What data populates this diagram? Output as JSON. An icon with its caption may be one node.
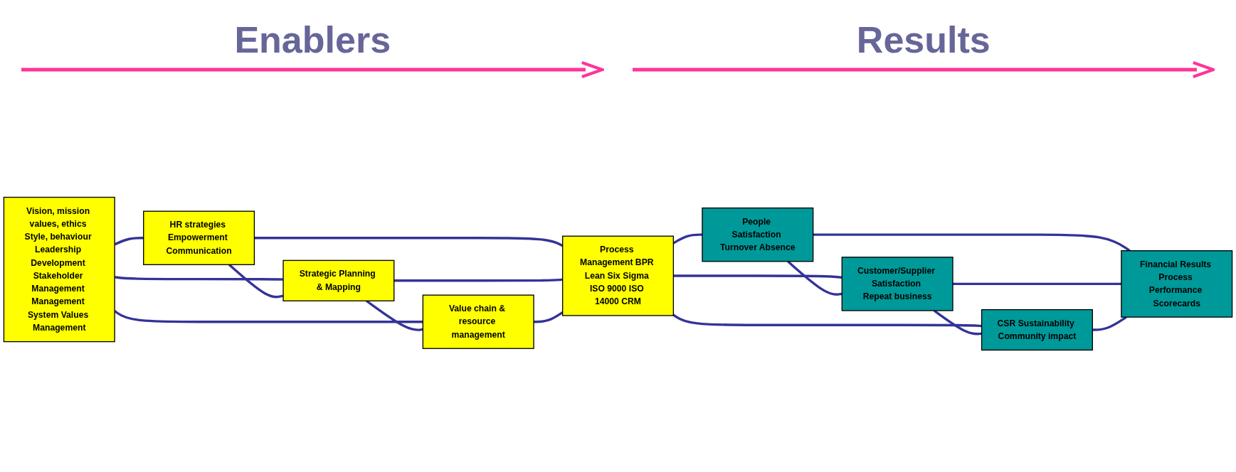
{
  "diagram": {
    "nodes": [
      {
        "text": [
          "Vision, mission values, ethics Style, behaviour Leadership Development Stakeholder Management Management System Values Management"
        ]
      },
      {
        "text": [
          "HR strategies Empowerment Communication"
        ]
      },
      {
        "text": [
          "Strategic Planning & Mapping"
        ]
      },
      {
        "text": [
          "Value chain & resource management"
        ]
      },
      {
        "text": [
          "Process Management BPR Lean Six Sigma ISO 9000 ISO 14000 CRM"
        ]
      },
      {
        "text": [
          "People Satisfaction Turnover Absence"
        ]
      },
      {
        "text": [
          "Customer/Supplier Satisfaction Repeat business"
        ]
      },
      {
        "text": [
          "CSR Sustainability Community impact"
        ]
      },
      {
        "text": [
          "Financial Results Process Performance Scorecards"
        ]
      }
    ],
    "edges": [
      {
        "from": 0,
        "to": 1,
        "arrow": "none"
      },
      {
        "from": 0,
        "to": 2,
        "arrow": "none"
      },
      {
        "from": 0,
        "to": 3,
        "arrow": "none"
      },
      {
        "from": 1,
        "to": 2,
        "arrow": "none"
      },
      {
        "from": 2,
        "to": 3,
        "arrow": "none"
      },
      {
        "from": 1,
        "to": 4,
        "arrow": "none"
      },
      {
        "from": 2,
        "to": 4,
        "arrow": "none"
      },
      {
        "from": 3,
        "to": 4,
        "arrow": "none"
      },
      {
        "from": 4,
        "to": 5,
        "arrow": "none"
      },
      {
        "from": 4,
        "to": 6,
        "arrow": "none"
      },
      {
        "from": 4,
        "to": 7,
        "arrow": "none"
      },
      {
        "from": 5,
        "to": 6,
        "arrow": "none"
      },
      {
        "from": 6,
        "to": 7,
        "arrow": "none"
      },
      {
        "from": 5,
        "to": 8,
        "arrow": "none"
      },
      {
        "from": 6,
        "to": 8,
        "arrow": "none"
      },
      {
        "from": 7,
        "to": 8,
        "arrow": "none"
      }
    ],
    "labels": [
      "Enablers",
      "Results"
    ]
  }
}
